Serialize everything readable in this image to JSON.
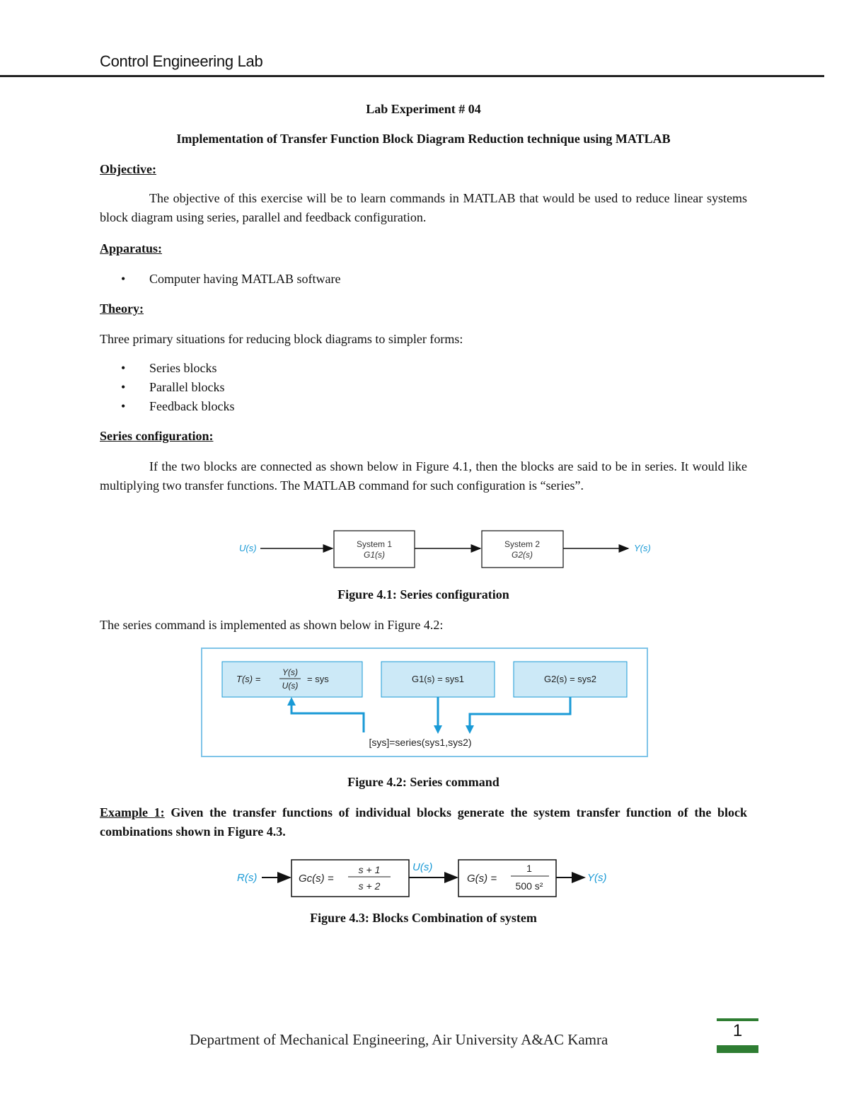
{
  "header": {
    "title": "Control Engineering Lab"
  },
  "doc": {
    "lab_no": "Lab Experiment # 04",
    "title": "Implementation of Transfer Function Block Diagram Reduction technique using MATLAB",
    "objective": {
      "heading": "Objective:",
      "text": "The objective of this exercise will be to learn commands in MATLAB that would be used to reduce linear systems block diagram using series, parallel and feedback configuration."
    },
    "apparatus": {
      "heading": "Apparatus:",
      "items": [
        "Computer having MATLAB software"
      ]
    },
    "theory": {
      "heading": "Theory:",
      "intro": "Three primary situations for reducing block diagrams to simpler forms:",
      "items": [
        "Series blocks",
        "Parallel blocks",
        "Feedback blocks"
      ]
    },
    "series": {
      "heading": "Series configuration:",
      "text": "If the two blocks are connected as shown below in Figure 4.1, then the blocks are said to be in series. It would like multiplying two transfer functions. The MATLAB command for such configuration is “series”."
    },
    "fig41": {
      "input": "U(s)",
      "output": "Y(s)",
      "block1_line1": "System 1",
      "block1_line2": "G1(s)",
      "block2_line1": "System 2",
      "block2_line2": "G2(s)",
      "caption": "Figure 4.1: Series configuration"
    },
    "series_cmd_intro": "The series command is implemented as shown below in Figure 4.2:",
    "fig42": {
      "box1_lhs": "T(s) =",
      "box1_num": "Y(s)",
      "box1_den": "U(s)",
      "box1_rhs": "= sys",
      "box2": "G1(s) = sys1",
      "box3": "G2(s) = sys2",
      "command": "[sys]=series(sys1,sys2)",
      "caption": "Figure 4.2: Series command"
    },
    "example1": {
      "label": "Example 1:",
      "text": " Given the transfer functions of individual blocks generate the system transfer function of the block combinations shown in Figure 4.3."
    },
    "fig43": {
      "input": "R(s)",
      "mid": "U(s)",
      "output": "Y(s)",
      "gc_lhs": "Gc(s) =",
      "gc_num": "s + 1",
      "gc_den": "s + 2",
      "g_lhs": "G(s) =",
      "g_num": "1",
      "g_den": "500 s²",
      "caption": "Figure 4.3: Blocks Combination of system"
    }
  },
  "footer": {
    "text": "Department of Mechanical Engineering, Air University A&AC Kamra",
    "page_number": "1"
  },
  "colors": {
    "accent_blue": "#1a9ad6",
    "box_fill": "#cce9f7",
    "footer_green": "#2e7d32"
  }
}
